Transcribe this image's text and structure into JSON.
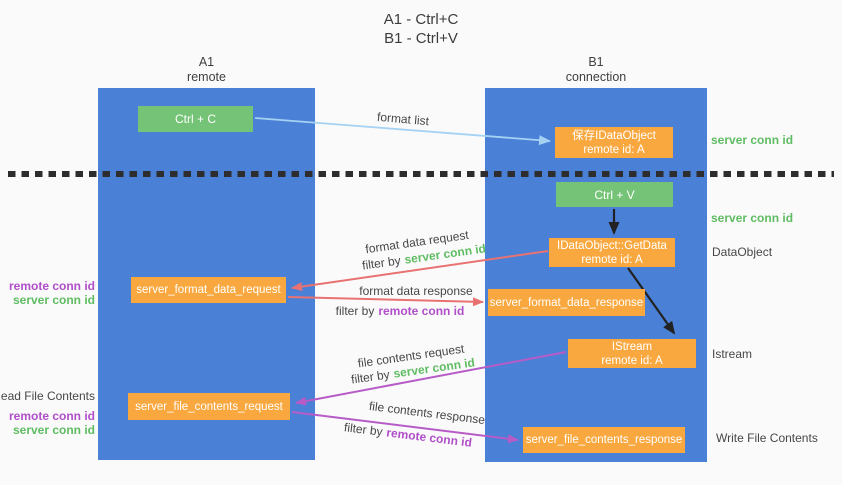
{
  "title": {
    "line1": "A1 - Ctrl+C",
    "line2": "B1 - Ctrl+V"
  },
  "lanes": {
    "a1": {
      "name": "A1",
      "subtitle": "remote"
    },
    "b1": {
      "name": "B1",
      "subtitle": "connection"
    }
  },
  "boxes": {
    "ctrl_c": {
      "label": "Ctrl + C"
    },
    "save_idataobject": {
      "line1": "保存IDataObject",
      "line2": "remote id: A"
    },
    "ctrl_v": {
      "label": "Ctrl + V"
    },
    "idataobject_getdata": {
      "line1": "IDataObject::GetData",
      "line2": "remote id: A"
    },
    "server_format_data_request": {
      "label": "server_format_data_request"
    },
    "server_format_data_response": {
      "label": "server_format_data_response"
    },
    "istream": {
      "line1": "IStream",
      "line2": "remote id: A"
    },
    "server_file_contents_request": {
      "label": "server_file_contents_request"
    },
    "server_file_contents_response": {
      "label": "server_file_contents_response"
    }
  },
  "flow_labels": {
    "format_list": "format list",
    "format_data_request": "format data request",
    "format_data_response": "format data response",
    "file_contents_request": "file contents request",
    "file_contents_response": "file contents response",
    "filter_by": "filter by",
    "server_conn_id": "server conn id",
    "remote_conn_id": "remote conn id"
  },
  "annotations": {
    "b1_server_conn_id_top": "server conn id",
    "b1_server_conn_id_mid": "server conn id",
    "b1_dataobject": "DataObject",
    "b1_istream": "Istream",
    "b1_write_file_contents": "Write File Contents",
    "a1_read_file_contents": "Read File Contents",
    "a1_remote_conn_id_format": "remote conn id",
    "a1_server_conn_id_format": "server conn id",
    "a1_remote_conn_id_file": "remote conn id",
    "a1_server_conn_id_file": "server conn id"
  },
  "colors": {
    "lane_blue": "#4a80d6",
    "box_green": "#74c376",
    "box_orange": "#f9a83f",
    "arrow_light_blue": "#a5d2f3",
    "arrow_red": "#e87272",
    "arrow_purple": "#b75bc7",
    "arrow_black": "#222222",
    "conn_id_green": "#5fbc63",
    "conn_id_purple": "#b04fc9",
    "divider": "#2d2d2d"
  }
}
